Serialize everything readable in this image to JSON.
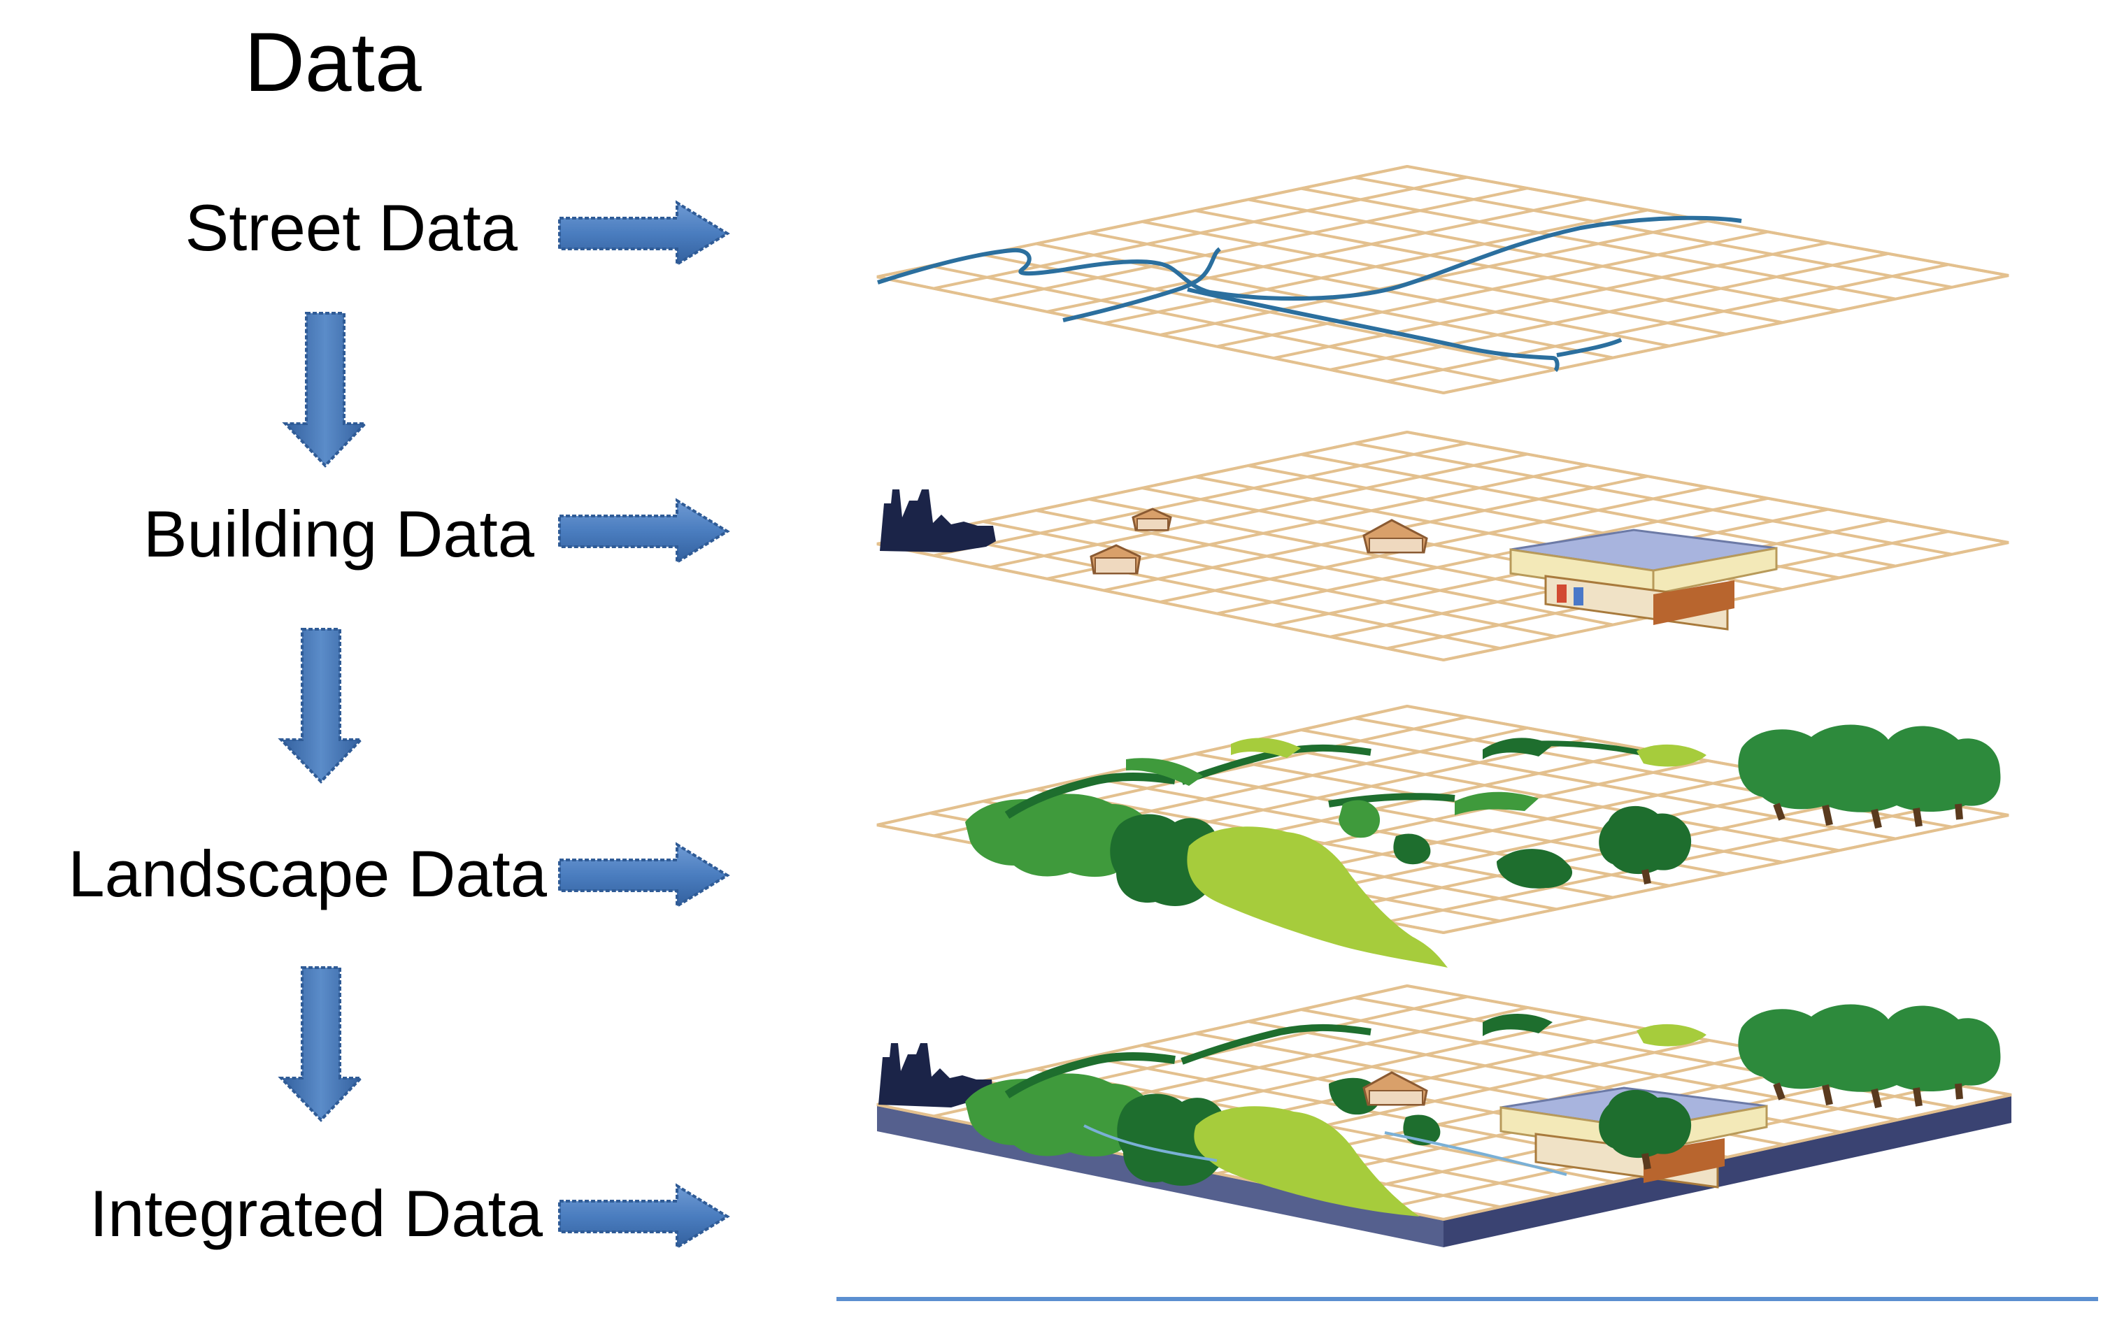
{
  "title": "Data",
  "layers": [
    {
      "label": "Street Data"
    },
    {
      "label": "Building Data"
    },
    {
      "label": "Landscape Data"
    },
    {
      "label": "Integrated Data"
    }
  ],
  "colors": {
    "arrow": "#4a7dbf",
    "arrow_dark": "#355f99",
    "grid": "#e3c08e",
    "street": "#2b6f9e",
    "base": "#55608e",
    "base_dark": "#3a4372",
    "factory": "#1b2448",
    "dark_green": "#1e6e2e",
    "mid_green": "#3f9a3c",
    "light_green": "#a6cc3c",
    "rule": "#5b8fd0"
  }
}
